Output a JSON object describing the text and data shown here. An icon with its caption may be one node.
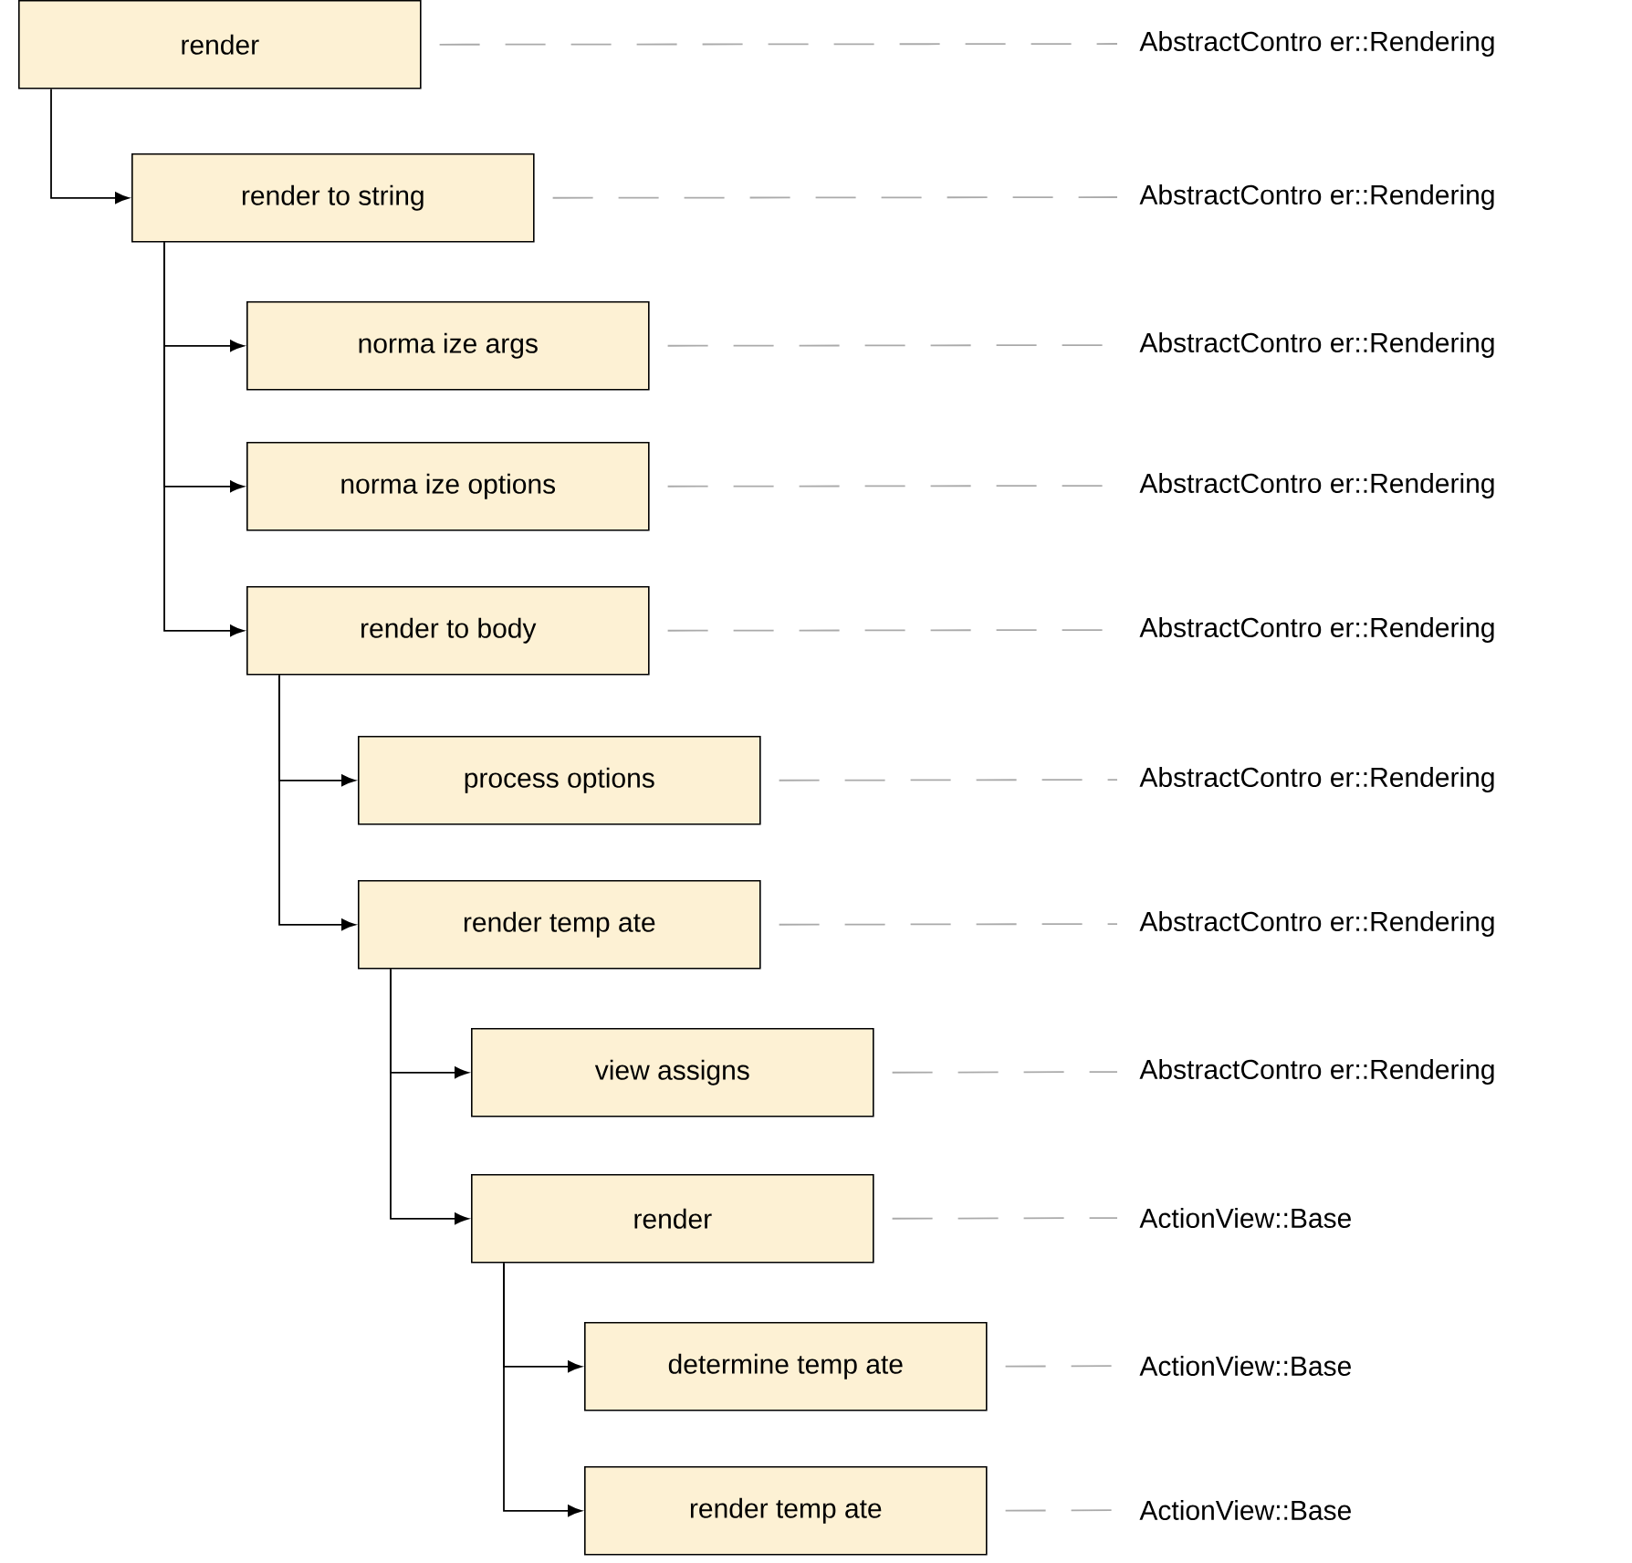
{
  "diagram": {
    "nodes": [
      {
        "text": [
          "render"
        ]
      },
      {
        "text": [
          "AbstractContro er::Rendering"
        ]
      },
      {
        "text": [
          "render to string"
        ]
      },
      {
        "text": [
          "AbstractContro er::Rendering"
        ]
      },
      {
        "text": [
          "norma ize args"
        ]
      },
      {
        "text": [
          "AbstractContro er::Rendering"
        ]
      },
      {
        "text": [
          "norma ize options"
        ]
      },
      {
        "text": [
          "AbstractContro er::Rendering"
        ]
      },
      {
        "text": [
          "render to body"
        ]
      },
      {
        "text": [
          "AbstractContro er::Rendering"
        ]
      },
      {
        "text": [
          "process options"
        ]
      },
      {
        "text": [
          "AbstractContro er::Rendering"
        ]
      },
      {
        "text": [
          "render temp ate"
        ]
      },
      {
        "text": [
          "AbstractContro er::Rendering"
        ]
      },
      {
        "text": [
          "view assigns"
        ]
      },
      {
        "text": [
          "AbstractContro er::Rendering"
        ]
      },
      {
        "text": [
          "render"
        ]
      },
      {
        "text": [
          "ActionView::Base"
        ]
      },
      {
        "text": [
          "determine temp ate"
        ]
      },
      {
        "text": [
          "ActionView::Base"
        ]
      },
      {
        "text": [
          "render temp ate"
        ]
      },
      {
        "text": [
          "ActionView::Base"
        ]
      }
    ],
    "edges": [
      {
        "from": 0,
        "to": 2,
        "arrow": "to",
        "color": "#000000"
      },
      {
        "from": 2,
        "to": 4,
        "arrow": "to",
        "color": "#000000"
      },
      {
        "from": 2,
        "to": 6,
        "arrow": "to",
        "color": "#000000"
      },
      {
        "from": 2,
        "to": 8,
        "arrow": "to",
        "color": "#000000"
      },
      {
        "from": 8,
        "to": 10,
        "arrow": "to",
        "color": "#000000"
      },
      {
        "from": 8,
        "to": 12,
        "arrow": "to",
        "color": "#000000"
      },
      {
        "from": 12,
        "to": 14,
        "arrow": "to",
        "color": "#000000"
      },
      {
        "from": 12,
        "to": 16,
        "arrow": "to",
        "color": "#000000"
      },
      {
        "from": 16,
        "to": 18,
        "arrow": "to",
        "color": "#000000"
      },
      {
        "from": 16,
        "to": 20,
        "arrow": "to",
        "color": "#000000"
      },
      {
        "from": 0,
        "to": 1,
        "arrow": "none",
        "style": "dashed",
        "color": "#aaaaaa"
      },
      {
        "from": 2,
        "to": 3,
        "arrow": "none",
        "style": "dashed",
        "color": "#aaaaaa"
      },
      {
        "from": 4,
        "to": 5,
        "arrow": "none",
        "style": "dashed",
        "color": "#aaaaaa"
      },
      {
        "from": 6,
        "to": 7,
        "arrow": "none",
        "style": "dashed",
        "color": "#aaaaaa"
      },
      {
        "from": 8,
        "to": 9,
        "arrow": "none",
        "style": "dashed",
        "color": "#aaaaaa"
      },
      {
        "from": 10,
        "to": 11,
        "arrow": "none",
        "style": "dashed",
        "color": "#aaaaaa"
      },
      {
        "from": 12,
        "to": 13,
        "arrow": "none",
        "style": "dashed",
        "color": "#aaaaaa"
      },
      {
        "from": 14,
        "to": 15,
        "arrow": "none",
        "style": "dashed",
        "color": "#aaaaaa"
      },
      {
        "from": 16,
        "to": 17,
        "arrow": "none",
        "style": "dashed",
        "color": "#aaaaaa"
      },
      {
        "from": 18,
        "to": 19,
        "arrow": "none",
        "style": "dashed",
        "color": "#aaaaaa"
      },
      {
        "from": 20,
        "to": 21,
        "arrow": "none",
        "style": "dashed",
        "color": "#aaaaaa"
      }
    ]
  }
}
